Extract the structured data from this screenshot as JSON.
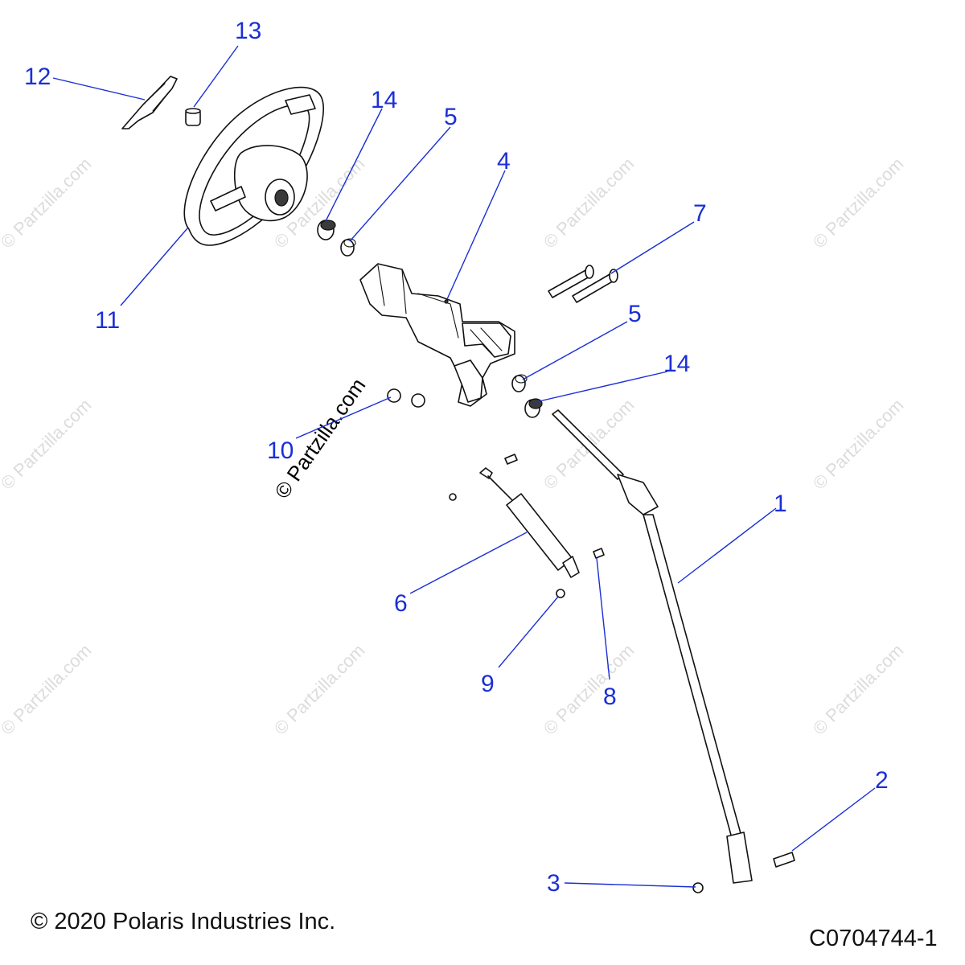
{
  "watermark": "© Partzilla.com",
  "callouts": [
    {
      "id": "1",
      "label": "1"
    },
    {
      "id": "2",
      "label": "2"
    },
    {
      "id": "3",
      "label": "3"
    },
    {
      "id": "4",
      "label": "4"
    },
    {
      "id": "5a",
      "label": "5"
    },
    {
      "id": "5b",
      "label": "5"
    },
    {
      "id": "6",
      "label": "6"
    },
    {
      "id": "7",
      "label": "7"
    },
    {
      "id": "8",
      "label": "8"
    },
    {
      "id": "9",
      "label": "9"
    },
    {
      "id": "10",
      "label": "10"
    },
    {
      "id": "11",
      "label": "11"
    },
    {
      "id": "12",
      "label": "12"
    },
    {
      "id": "13",
      "label": "13"
    },
    {
      "id": "14a",
      "label": "14"
    },
    {
      "id": "14b",
      "label": "14"
    }
  ],
  "footer": {
    "copyright": "© 2020 Polaris Industries Inc.",
    "drawing_number": "C0704744-1"
  },
  "colors": {
    "callout": "#1a2fd6",
    "line_art": "#111111",
    "watermark": "#dcdcdc"
  }
}
